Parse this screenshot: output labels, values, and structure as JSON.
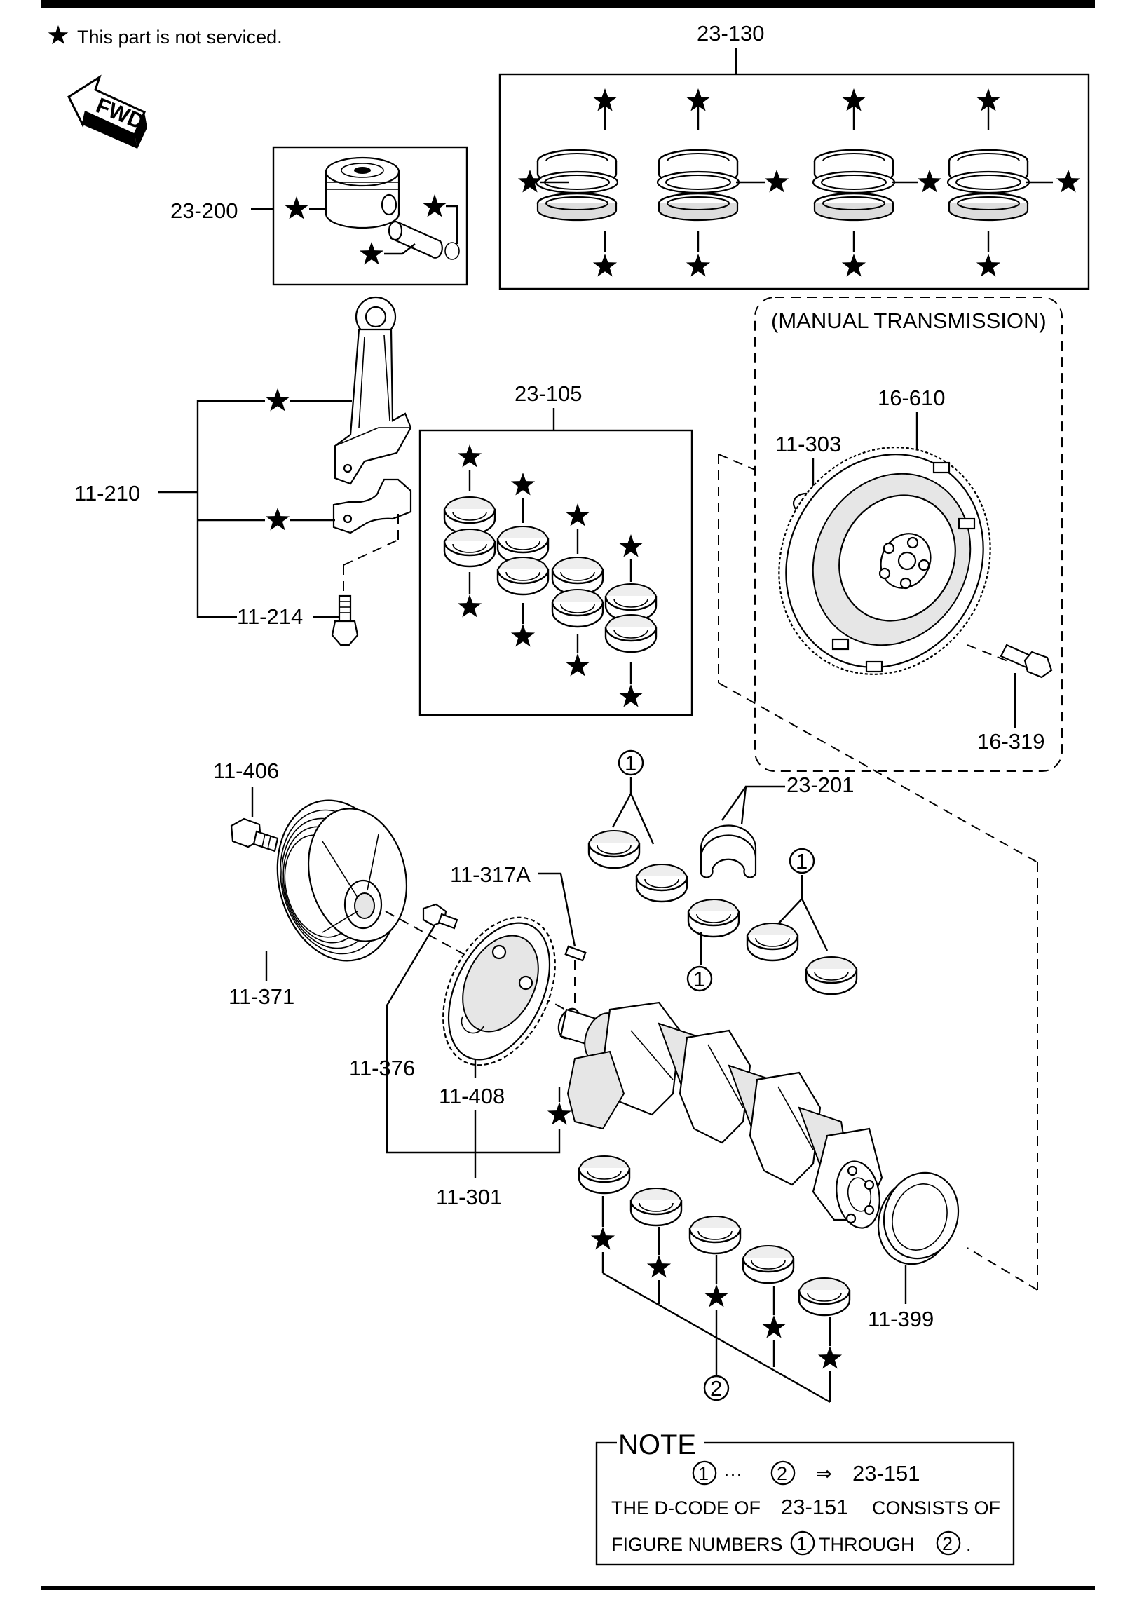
{
  "legend": {
    "text": "This part is not serviced."
  },
  "direction_arrow": {
    "label": "FWD"
  },
  "groups": {
    "manual_transmission": "(MANUAL TRANSMISSION)"
  },
  "callouts": {
    "c23_130": "23-130",
    "c23_200": "23-200",
    "c23_105": "23-105",
    "c11_210": "11-210",
    "c11_214": "11-214",
    "c16_610": "16-610",
    "c11_303": "11-303",
    "c16_319": "16-319",
    "c11_406": "11-406",
    "c23_201": "23-201",
    "c11_317a": "11-317A",
    "c11_371": "11-371",
    "c11_376": "11-376",
    "c11_408": "11-408",
    "c11_301": "11-301",
    "c11_399": "11-399"
  },
  "figure_numbers": {
    "one": "1",
    "two": "2"
  },
  "note": {
    "title": "NOTE",
    "ellipsis": "···",
    "arrow": "⇒",
    "code": "23-151",
    "line2_a": "THE D-CODE OF",
    "line2_code": "23-151",
    "line2_b": "CONSISTS OF",
    "line3_a": "FIGURE NUMBERS",
    "line3_b": "THROUGH",
    "line3_end": "."
  }
}
